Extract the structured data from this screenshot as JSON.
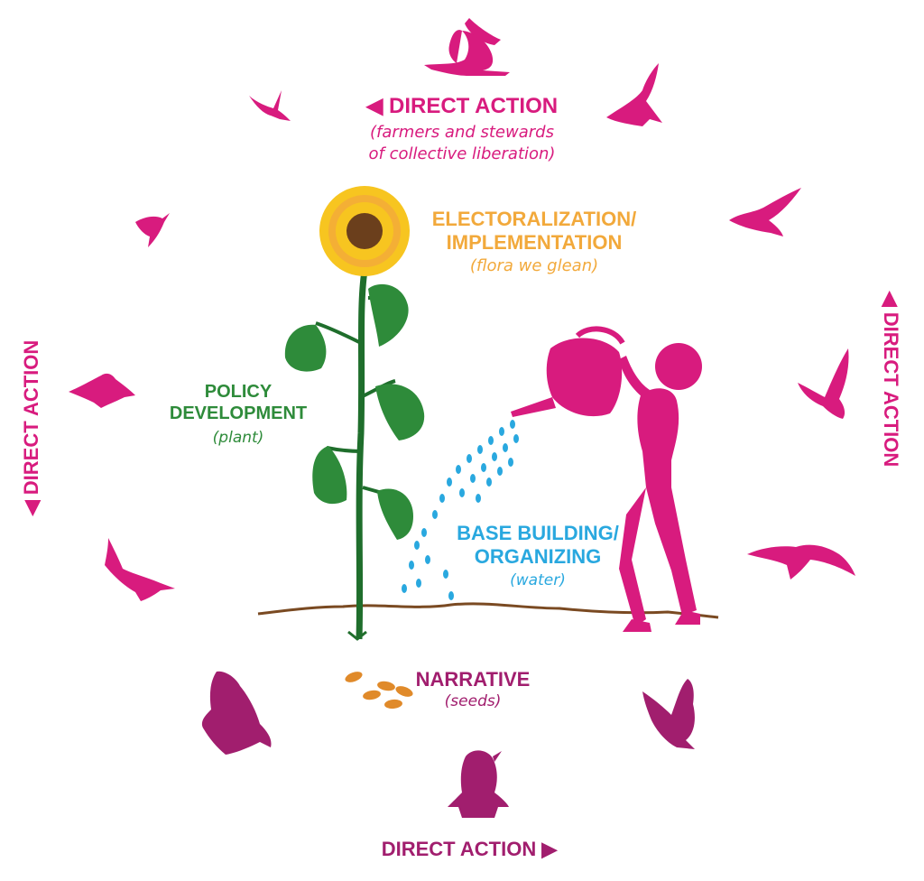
{
  "colors": {
    "magenta": "#d81b7e",
    "plum": "#a11e6e",
    "green": "#2e8b3a",
    "dark_green": "#1f6e2c",
    "orange": "#f2a93b",
    "blue": "#29a8df",
    "soil": "#7a4a22",
    "seed": "#e08a2a",
    "sunflower_petal": "#f7c520",
    "sunflower_center": "#6b3f1c"
  },
  "labels": {
    "top_title": "◀ DIRECT ACTION",
    "top_sub1": "(farmers and stewards",
    "top_sub2": "of collective liberation)",
    "elect_title1": "ELECTORALIZATION/",
    "elect_title2": "IMPLEMENTATION",
    "elect_sub": "(flora we glean)",
    "policy_title1": "POLICY",
    "policy_title2": "DEVELOPMENT",
    "policy_sub": "(plant)",
    "base_title1": "BASE BUILDING/",
    "base_title2": "ORGANIZING",
    "base_sub": "(water)",
    "narrative_title": "NARRATIVE",
    "narrative_sub": "(seeds)",
    "left_side": "◀ DIRECT ACTION",
    "right_side": "◀ DIRECT ACTION",
    "bottom": "DIRECT ACTION ▶"
  },
  "icons": [
    "heron-icon",
    "swallow-icon",
    "hawk-icon",
    "hummingbird-icon",
    "gull-icon",
    "owl-icon",
    "kestrel-icon",
    "albatross-icon",
    "egret-icon",
    "pelican-icon",
    "penguin-icon",
    "goose-icon",
    "sunflower-icon",
    "gardener-icon",
    "watering-can-icon",
    "water-drops-icon",
    "seeds-icon",
    "soil-line-icon"
  ]
}
